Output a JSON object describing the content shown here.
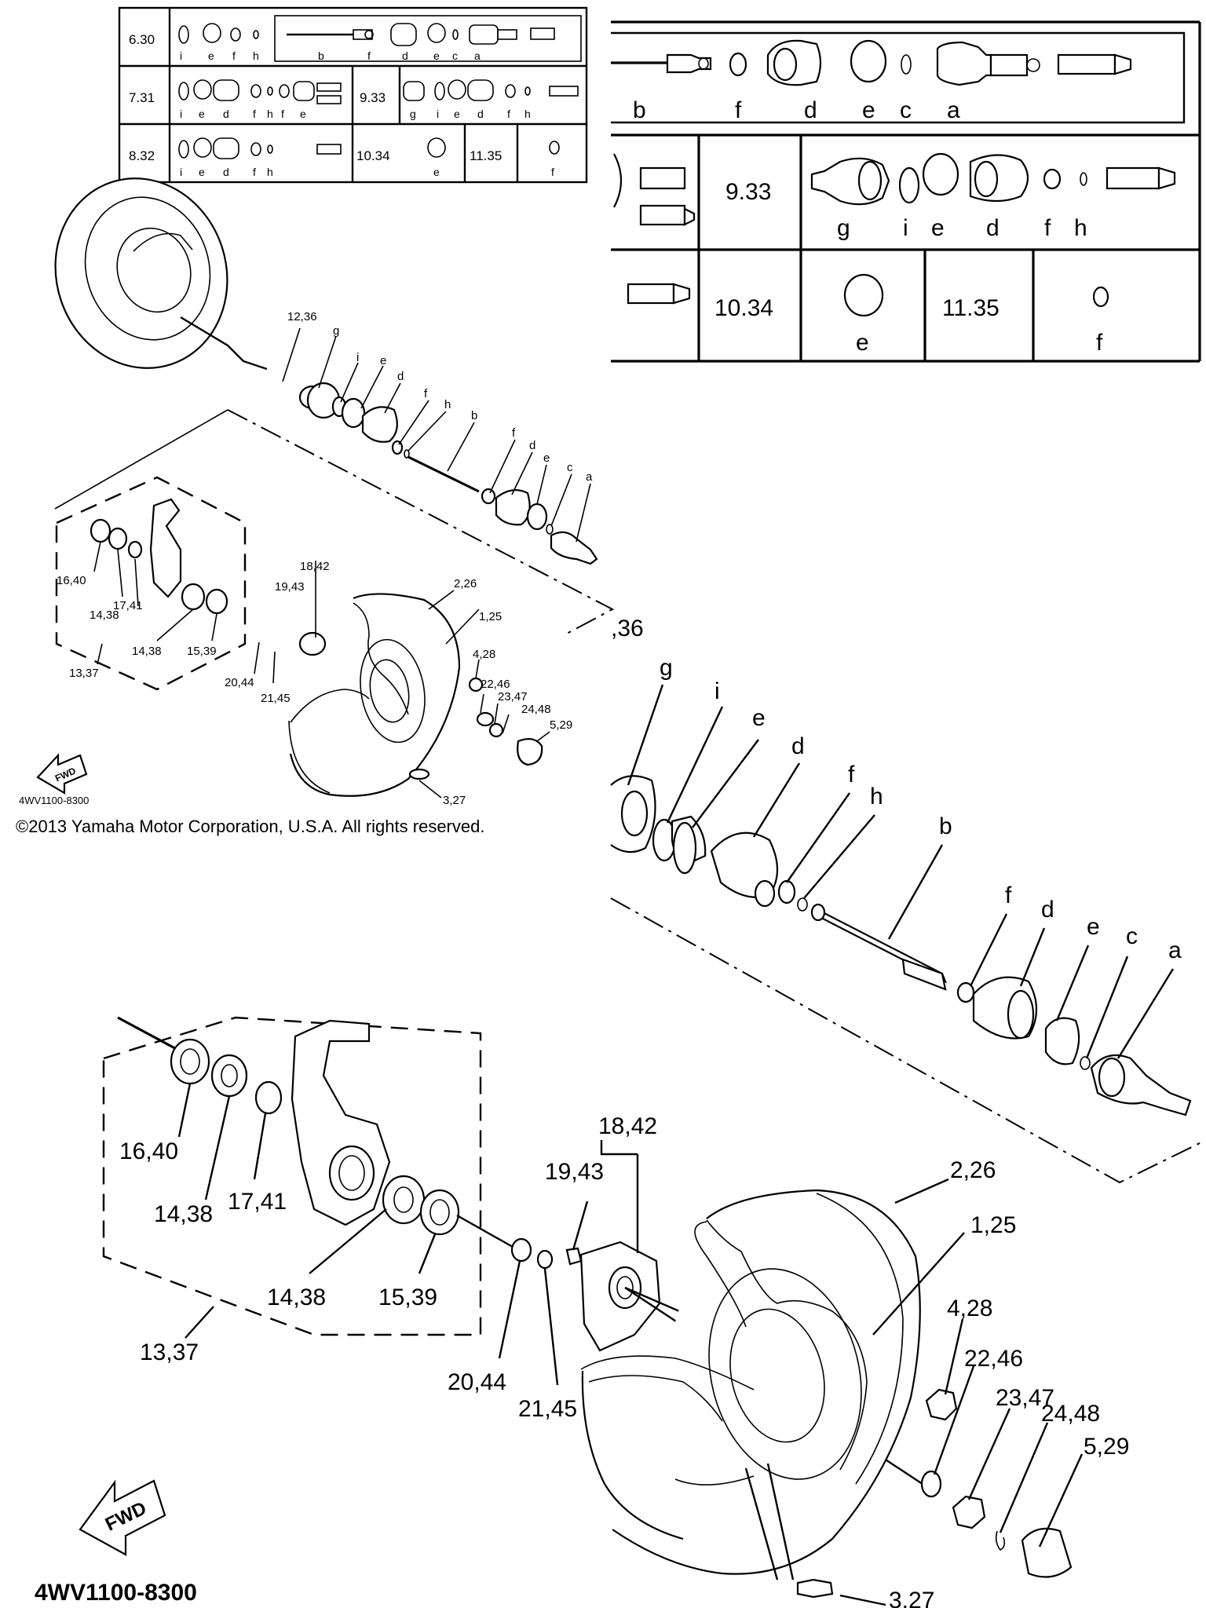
{
  "copyright": "©2013 Yamaha Motor Corporation, U.S.A. All rights reserved.",
  "diagram_code_small": "4WV1100-8300",
  "diagram_code_large": "4WV1100-8300",
  "fwd_label": "FWD",
  "small_table": {
    "rows": [
      {
        "ref": "6.30",
        "letters": [
          "i",
          "e",
          "f",
          "h"
        ],
        "boxed": [
          "b",
          "f",
          "d",
          "e",
          "c",
          "a"
        ]
      },
      {
        "ref": "7.31",
        "letters": [
          "i",
          "e",
          "d",
          "f",
          "h",
          "f",
          "e"
        ],
        "ref2": "9.33",
        "letters2": [
          "g",
          "i",
          "e",
          "d",
          "f",
          "h"
        ]
      },
      {
        "ref": "8.32",
        "letters": [
          "i",
          "e",
          "d",
          "f",
          "h"
        ],
        "ref2": "10.34",
        "letters2": [
          "e"
        ],
        "ref3": "11.35",
        "letters3": [
          "f"
        ]
      }
    ]
  },
  "large_table": {
    "row1_letters": [
      "b",
      "f",
      "d",
      "e",
      "c",
      "a"
    ],
    "row2_ref": "9.33",
    "row2_letters": [
      "g",
      "i",
      "e",
      "d",
      "f",
      "h"
    ],
    "row3_ref_a": "10.34",
    "row3_letter_a": "e",
    "row3_ref_b": "11.35",
    "row3_letter_b": "f"
  },
  "callouts": {
    "c12_36": "12,36",
    "c_36": ",36",
    "g": "g",
    "i": "i",
    "e": "e",
    "d": "d",
    "f": "f",
    "h": "h",
    "b": "b",
    "c": "c",
    "a": "a",
    "c18_42": "18,42",
    "c19_43": "19,43",
    "c2_26": "2,26",
    "c1_25": "1,25",
    "c4_28": "4,28",
    "c22_46": "22,46",
    "c23_47": "23,47",
    "c24_48": "24,48",
    "c5_29": "5,29",
    "c3_27": "3,27",
    "c16_40": "16,40",
    "c14_38": "14,38",
    "c17_41": "17,41",
    "c15_39": "15,39",
    "c13_37": "13,37",
    "c20_44": "20,44",
    "c21_45": "21,45"
  }
}
